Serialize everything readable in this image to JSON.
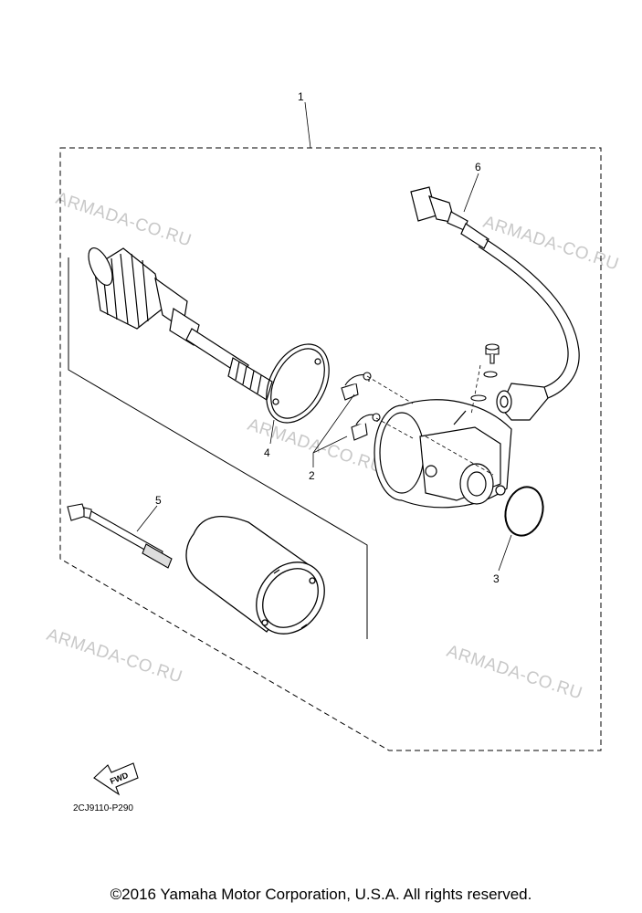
{
  "callouts": {
    "c1": "1",
    "c2": "2",
    "c3": "3",
    "c4": "4",
    "c5": "5",
    "c6": "6"
  },
  "watermark": "ARMADA-CO.RU",
  "fwd_label": "FWD",
  "diagram_code": "2CJ9110-P290",
  "copyright": "©2016 Yamaha Motor Corporation, U.S.A. All rights reserved."
}
